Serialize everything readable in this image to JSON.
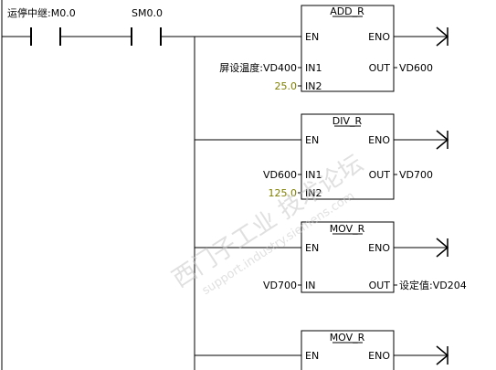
{
  "rung": {
    "contact1_label": "运停中继:M0.0",
    "contact2_label": "SM0.0"
  },
  "blocks": [
    {
      "title": "ADD_R",
      "en": "EN",
      "eno": "ENO",
      "in1_pin": "IN1",
      "in1_value": "屏设温度:VD400",
      "in2_pin": "IN2",
      "in2_value": "25.0",
      "out_pin": "OUT",
      "out_value": "VD600"
    },
    {
      "title": "DIV_R",
      "en": "EN",
      "eno": "ENO",
      "in1_pin": "IN1",
      "in1_value": "VD600",
      "in2_pin": "IN2",
      "in2_value": "125.0",
      "out_pin": "OUT",
      "out_value": "VD700"
    },
    {
      "title": "MOV_R",
      "en": "EN",
      "eno": "ENO",
      "in_pin": "IN",
      "in_value": "VD700",
      "out_pin": "OUT",
      "out_value": "设定值:VD204"
    },
    {
      "title": "MOV_R",
      "en": "EN",
      "eno": "ENO"
    }
  ],
  "watermark": {
    "line1": "西门子工业 技术论坛",
    "line2": "support.industry.siemens.com"
  },
  "colors": {
    "line": "#000000",
    "literal": "#808000",
    "watermark": "#c8c8c8"
  },
  "icons": [
    "contact-no-icon",
    "output-arrow-icon"
  ]
}
